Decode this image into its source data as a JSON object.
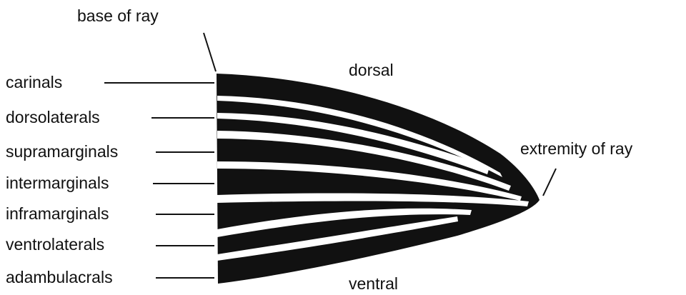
{
  "labels": {
    "base_of_ray": "base of ray",
    "dorsal": "dorsal",
    "ventral": "ventral",
    "extremity_of_ray": "extremity of ray"
  },
  "rows": [
    {
      "name": "carinals"
    },
    {
      "name": "dorsolaterals"
    },
    {
      "name": "supramarginals"
    },
    {
      "name": "intermarginals"
    },
    {
      "name": "inframarginals"
    },
    {
      "name": "ventrolaterals"
    },
    {
      "name": "adambulacrals"
    }
  ],
  "colors": {
    "ink": "#111111",
    "background": "#ffffff"
  }
}
